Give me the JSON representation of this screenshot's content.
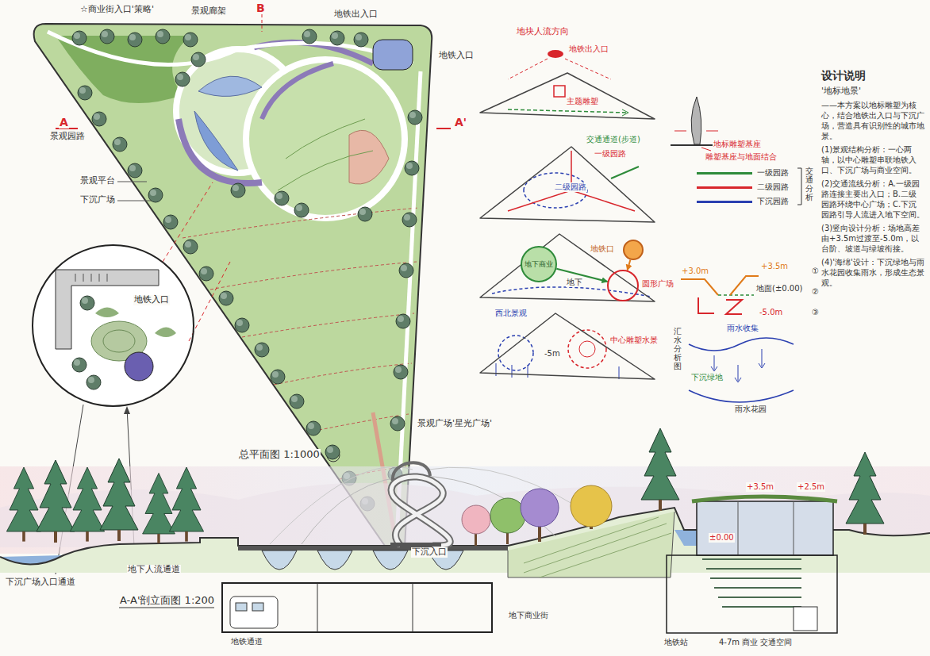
{
  "diagram": {
    "nodes": [
      {
        "text": [
          "地铁入口"
        ]
      },
      {
        "text": [
          "地块人流方向",
          "地铁出入口",
          "主题雕塑"
        ]
      },
      {
        "text": [
          "交通通道(步道)",
          "一级园路",
          "二级园路"
        ]
      },
      {
        "text": [
          "地下"
        ]
      },
      {
        "text": [
          "地下商业"
        ],
        "in": 3
      },
      {
        "text": [
          "地铁口"
        ],
        "in": 3
      },
      {
        "text": [
          "圆形广场"
        ],
        "in": 3
      },
      {
        "text": [
          "西北景观",
          "-5m",
          "中心雕塑水景"
        ]
      }
    ],
    "edges": [
      {
        "from": 4,
        "to": 6,
        "arrow": "to"
      },
      {
        "from": 5,
        "to": 6,
        "arrow": "to"
      }
    ],
    "labels": [
      "☆商业街入口'策略'",
      "景观廊架",
      "B",
      "地铁出入口",
      "地铁入口",
      "A",
      "A'",
      "景观园路",
      "景观平台",
      "下沉广场",
      "总平面图 1:1000",
      "景观广场'星光广场'",
      "下沉入口",
      "下沉广场入口通道",
      "地下人流通道",
      "地标雕塑基座",
      "雕塑基座与地面结合",
      "交通分析",
      "+3.0m",
      "+3.5m",
      "地面(±0.00)",
      "-5.0m",
      "①",
      "②",
      "③",
      "汇水分析图",
      "雨水收集",
      "下沉绿地",
      "雨水花园",
      "设计说明",
      "'地标地景'",
      "——本方案以地标雕塑为核心，结合地铁出入口与下沉广场，营造具有识别性的城市地景。",
      "(1)景观结构分析：一心两轴，以中心雕塑串联地铁入口、下沉广场与商业空间。",
      "(2)交通流线分析：A.一级园路连接主要出入口；B.二级园路环绕中心广场；C.下沉园路引导人流进入地下空间。",
      "(3)竖向设计分析：场地高差由+3.5m过渡至-5.0m，以台阶、坡道与绿坡衔接。",
      "(4)'海绵'设计：下沉绿地与雨水花园收集雨水，形成生态景观。",
      "A-A'剖立面图 1:200",
      "+3.5m",
      "+2.5m",
      "±0.00",
      "地铁通道",
      "地下商业街",
      "地铁站",
      "4-7m 商业 交通空间"
    ],
    "legend": [
      {
        "text": "一级园路",
        "color": "#2e8b3a"
      },
      {
        "text": "二级园路",
        "color": "#d8262c"
      },
      {
        "text": "下沉园路",
        "color": "#2a3fb0"
      }
    ]
  }
}
